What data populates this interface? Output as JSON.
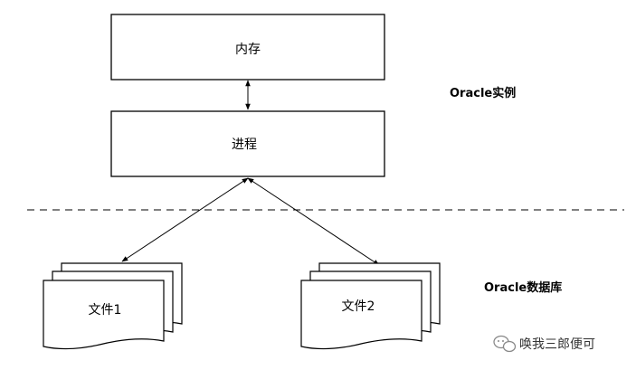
{
  "instance": {
    "memory_label": "内存",
    "process_label": "进程",
    "title": "Oracle实例"
  },
  "database": {
    "title": "Oracle数据库",
    "files": [
      {
        "label": "文件1"
      },
      {
        "label": "文件2"
      }
    ]
  },
  "watermark": {
    "text": "唤我三郎便可"
  },
  "colors": {
    "stroke": "#000000",
    "background": "#ffffff",
    "watermark": "#333333"
  }
}
